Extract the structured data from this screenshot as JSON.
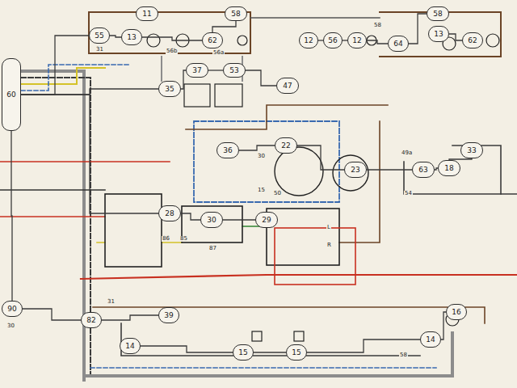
{
  "diagram": {
    "nodes": [
      {
        "text": [
          "55"
        ]
      },
      {
        "text": [
          "11"
        ]
      },
      {
        "text": [
          "13"
        ]
      },
      {
        "text": [
          "62"
        ]
      },
      {
        "text": [
          "58"
        ]
      },
      {
        "text": [
          "12"
        ]
      },
      {
        "text": [
          "56"
        ]
      },
      {
        "text": [
          "12"
        ]
      },
      {
        "text": [
          "64"
        ]
      },
      {
        "text": [
          "58"
        ]
      },
      {
        "text": [
          "13"
        ]
      },
      {
        "text": [
          "62"
        ]
      },
      {
        "text": [
          "60"
        ]
      },
      {
        "text": [
          "35"
        ]
      },
      {
        "text": [
          "37"
        ]
      },
      {
        "text": [
          "53"
        ]
      },
      {
        "text": [
          "47"
        ]
      },
      {
        "text": [
          "36"
        ]
      },
      {
        "text": [
          "22"
        ]
      },
      {
        "text": [
          "23"
        ]
      },
      {
        "text": [
          "63"
        ]
      },
      {
        "text": [
          "18"
        ]
      },
      {
        "text": [
          "33"
        ]
      },
      {
        "text": [
          "28"
        ]
      },
      {
        "text": [
          "30"
        ]
      },
      {
        "text": [
          "29"
        ]
      },
      {
        "text": [
          "90"
        ]
      },
      {
        "text": [
          "82"
        ]
      },
      {
        "text": [
          "39"
        ]
      },
      {
        "text": [
          "14"
        ]
      },
      {
        "text": [
          "15"
        ]
      },
      {
        "text": [
          "15"
        ]
      },
      {
        "text": [
          "14"
        ]
      },
      {
        "text": [
          "16"
        ]
      }
    ],
    "edges": [
      {
        "from": 12,
        "to": 0,
        "arrow": "none"
      },
      {
        "from": 0,
        "to": 2,
        "arrow": "none"
      },
      {
        "from": 2,
        "to": 3,
        "arrow": "none"
      },
      {
        "from": 3,
        "to": 4,
        "arrow": "none"
      },
      {
        "from": 5,
        "to": 6,
        "arrow": "none"
      },
      {
        "from": 6,
        "to": 7,
        "arrow": "none"
      },
      {
        "from": 7,
        "to": 8,
        "arrow": "none"
      },
      {
        "from": 8,
        "to": 9,
        "arrow": "none"
      },
      {
        "from": 10,
        "to": 11,
        "arrow": "none"
      },
      {
        "from": 12,
        "to": 13,
        "arrow": "none"
      },
      {
        "from": 13,
        "to": 14,
        "arrow": "none"
      },
      {
        "from": 14,
        "to": 15,
        "arrow": "none"
      },
      {
        "from": 15,
        "to": 16,
        "arrow": "none"
      },
      {
        "from": 17,
        "to": 18,
        "arrow": "none"
      },
      {
        "from": 18,
        "to": 19,
        "arrow": "none"
      },
      {
        "from": 19,
        "to": 20,
        "arrow": "none"
      },
      {
        "from": 20,
        "to": 21,
        "arrow": "none"
      },
      {
        "from": 21,
        "to": 22,
        "arrow": "none"
      },
      {
        "from": 12,
        "to": 23,
        "arrow": "none"
      },
      {
        "from": 23,
        "to": 24,
        "arrow": "none"
      },
      {
        "from": 24,
        "to": 25,
        "arrow": "none"
      },
      {
        "from": 12,
        "to": 26,
        "arrow": "none"
      },
      {
        "from": 26,
        "to": 27,
        "arrow": "none"
      },
      {
        "from": 27,
        "to": 28,
        "arrow": "none"
      },
      {
        "from": 29,
        "to": 30,
        "arrow": "none"
      },
      {
        "from": 30,
        "to": 31,
        "arrow": "none"
      },
      {
        "from": 31,
        "to": 32,
        "arrow": "none"
      },
      {
        "from": 32,
        "to": 33,
        "arrow": "none"
      }
    ],
    "labels": [
      "31",
      "56b",
      "56a",
      "58",
      "30",
      "15",
      "49a",
      "54",
      "86",
      "85",
      "87",
      "L",
      "R",
      "50",
      "31",
      "58",
      "30"
    ]
  }
}
